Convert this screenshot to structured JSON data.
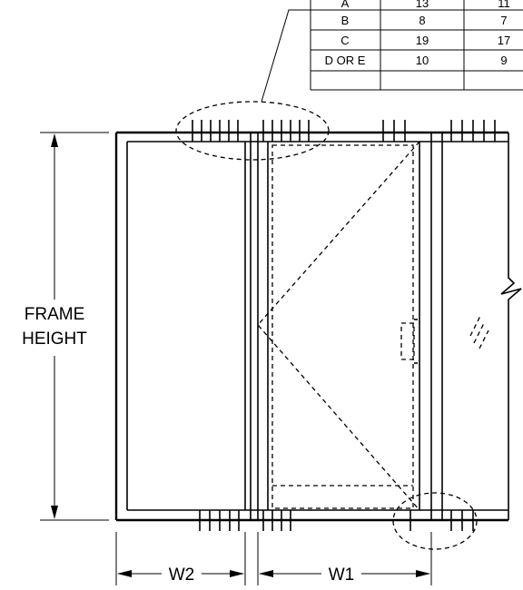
{
  "table": {
    "rows": [
      {
        "label": "A",
        "v1": "13",
        "v2": "11"
      },
      {
        "label": "B",
        "v1": "8",
        "v2": "7"
      },
      {
        "label": "C",
        "v1": "19",
        "v2": "17"
      },
      {
        "label": "D OR E",
        "v1": "10",
        "v2": "9"
      }
    ]
  },
  "labels": {
    "frame_height_line1": "FRAME",
    "frame_height_line2": "HEIGHT",
    "w2": "W2",
    "w1": "W1"
  }
}
